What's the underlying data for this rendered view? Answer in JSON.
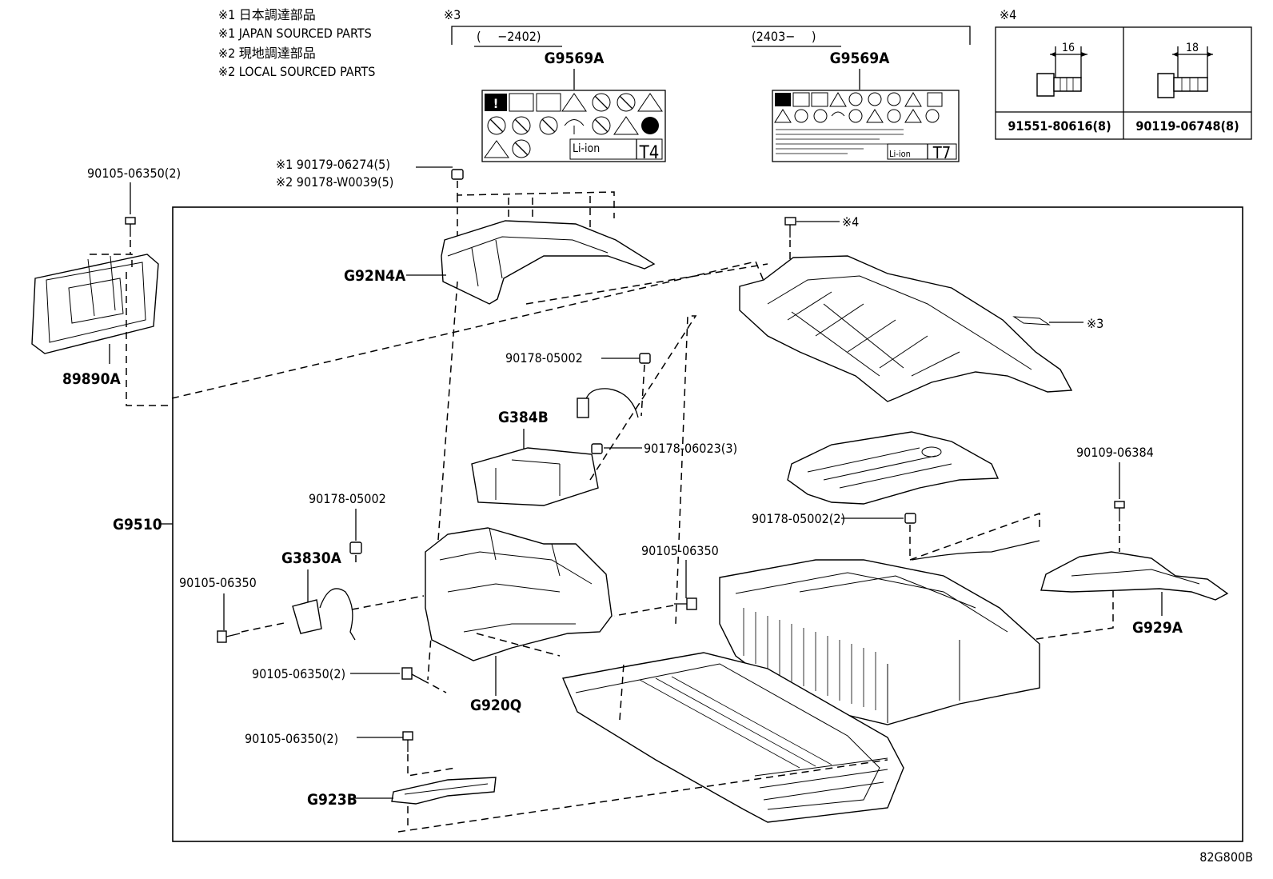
{
  "notes": {
    "n1_jp": "※1 日本調達部品",
    "n1_en": "※1 JAPAN SOURCED PARTS",
    "n2_jp": "※2 現地調達部品",
    "n2_en": "※2 LOCAL SOURCED PARTS",
    "n3": "※3",
    "n4": "※4"
  },
  "labels_section": {
    "left_range": "(　 −2402)",
    "right_range": "(2403− 　)",
    "left_code": "G9569A",
    "right_code": "G9569A",
    "left_tag": "T4",
    "right_tag": "T7",
    "li_ion": "Li-ion"
  },
  "bolts_table": {
    "left_dim": "16",
    "right_dim": "18",
    "left_part": "91551-80616(8)",
    "right_part": "90119-06748(8)"
  },
  "callouts": {
    "p90105_06350_2_top": "90105-06350(2)",
    "p90179_06274": "※1 90179-06274(5)",
    "p90178_w0039": "※2 90178-W0039(5)",
    "note4_ref": "※4",
    "g92n4a": "G92N4A",
    "c89890a": "89890A",
    "note3_ref": "※3",
    "p90178_05002_a": "90178-05002",
    "g384b": "G384B",
    "p90178_06023_3": "90178-06023(3)",
    "p90109_06384": "90109-06384",
    "g9510": "G9510",
    "p90178_05002_b": "90178-05002",
    "g3830a": "G3830A",
    "p90178_05002_2": "90178-05002(2)",
    "p90105_06350_a": "90105-06350",
    "p90105_06350_b": "90105-06350",
    "g929a": "G929A",
    "p90105_06350_2_mid": "90105-06350(2)",
    "g920q": "G920Q",
    "p90105_06350_2_bot": "90105-06350(2)",
    "g923b": "G923B"
  },
  "figure_code": "82G800B"
}
